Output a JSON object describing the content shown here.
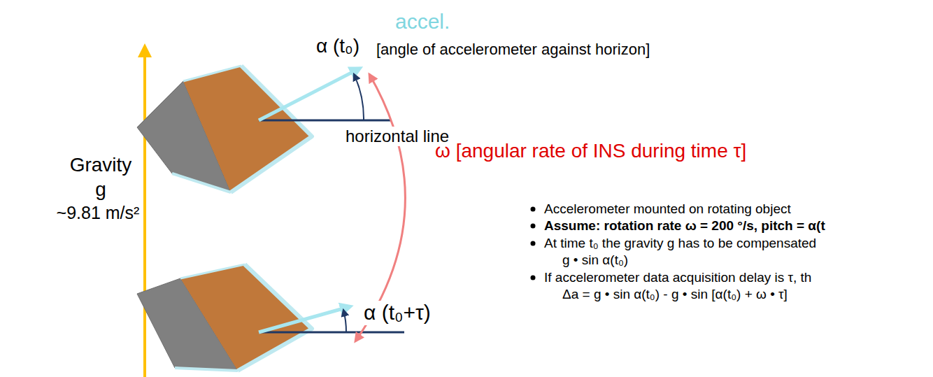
{
  "diagram": {
    "labels": [
      "accel.",
      "α (t₀)",
      "[angle of accelerometer against horizon]",
      "horizontal line",
      "ω [angular rate of INS during time τ]",
      "Gravity",
      "g",
      "~9.81 m/s²",
      "α (t₀+τ)",
      "Accelerometer mounted on rotating object",
      "Assume: rotation rate ω = 200 °/s, pitch = α(t",
      "At time t₀ the gravity g has to be compensated",
      "g • sin α(t₀)",
      "If accelerometer data acquisition delay is τ, th",
      "Δa = g • sin α(t₀) - g • sin [α(t₀) + ω • τ]"
    ]
  }
}
